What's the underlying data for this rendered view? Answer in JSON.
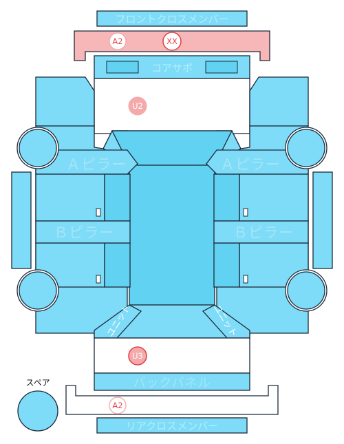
{
  "labels": {
    "front_cross_member": "フロントクロスメンバー",
    "core_support": "コアサポ",
    "a_pillar_left": "Ａピラー",
    "a_pillar_right": "Ａピラー",
    "b_pillar_left": "Ｂピラー",
    "b_pillar_right": "Ｂピラー",
    "back_panel": "バックパネル",
    "rear_cross_member": "リアクロスメンバー",
    "spare": "スペア",
    "unit_left": "ユニット",
    "unit_right": "ユニット"
  },
  "markers": [
    {
      "id": "front-cross-member-a2",
      "text": "A2",
      "style": "outline"
    },
    {
      "id": "front-cross-member-xx",
      "text": "XX",
      "style": "solid"
    },
    {
      "id": "front-area-u2",
      "text": "U2",
      "style": "soft"
    },
    {
      "id": "rear-area-u3",
      "text": "U3",
      "style": "solid"
    },
    {
      "id": "rear-cross-member-a2",
      "text": "A2",
      "style": "outline"
    }
  ],
  "colors": {
    "panel": "#7fdcf8",
    "panel_dark": "#62d2f2",
    "damage_fill": "#f7b7b8",
    "marker_stroke": "#e0484c",
    "marker_soft": "#f4a9ab"
  }
}
